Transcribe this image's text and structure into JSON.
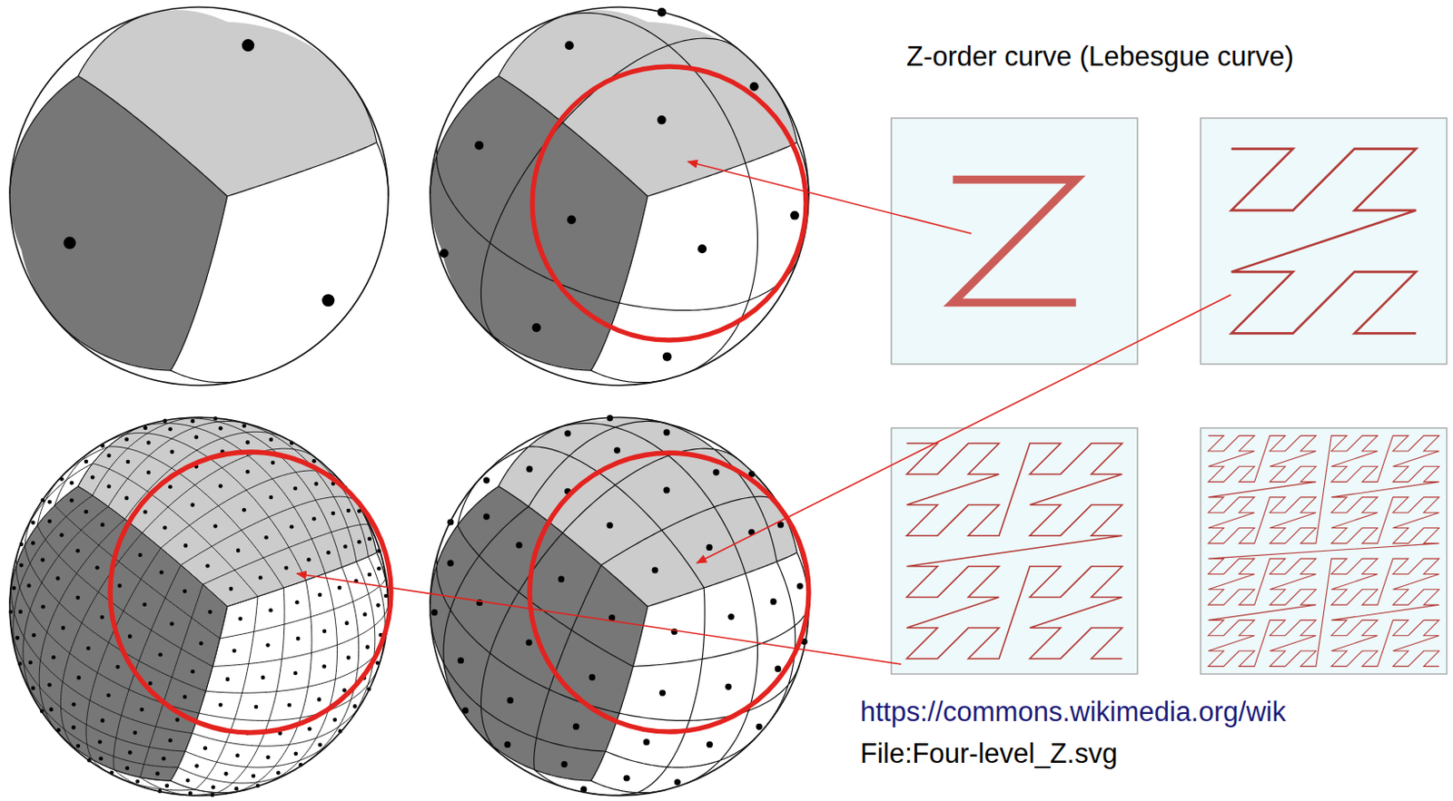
{
  "diagram": {
    "title": "Z-order curve (Lebesgue curve)",
    "labels": [
      "https://commons.wikimedia.org/wik",
      "File:Four-level_Z.svg"
    ]
  }
}
